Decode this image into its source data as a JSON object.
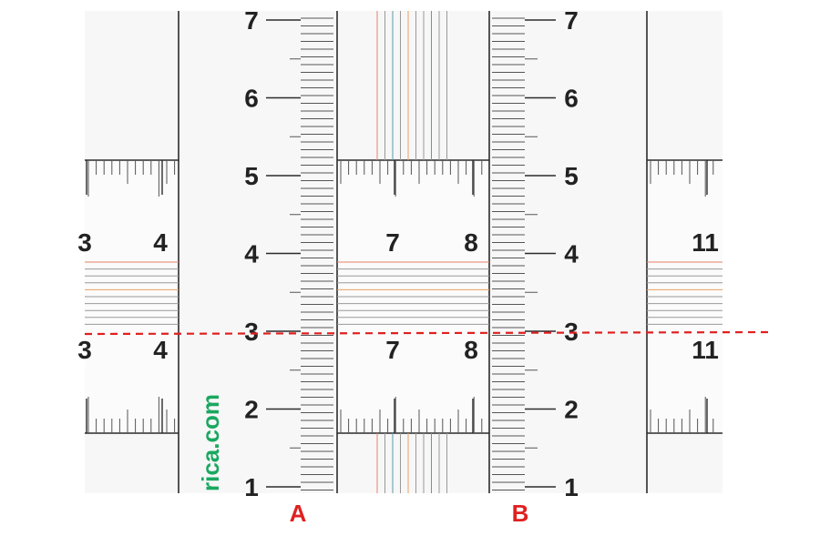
{
  "colors": {
    "panel": "#f7f7f7",
    "line": "#2b2b2b",
    "tick": "#555555",
    "guide": "#e02020",
    "label": "#e02020",
    "watermark": "#1aa860",
    "stripe_red": "#e8806a",
    "stripe_orange": "#e8a060",
    "stripe_teal": "#5a9ab0",
    "stripe_gray": "#999999"
  },
  "vertical_scale": {
    "numbers": [
      "1",
      "2",
      "3",
      "4",
      "5",
      "6",
      "7"
    ]
  },
  "horizontal_scales": {
    "left": {
      "numbers": [
        "3",
        "4"
      ]
    },
    "middle": {
      "numbers": [
        "7",
        "8"
      ]
    },
    "right": {
      "numbers": [
        "11"
      ]
    }
  },
  "markers": {
    "a": "A",
    "b": "B"
  },
  "watermark": {
    "text": "rica.com"
  },
  "guide_line": {
    "style": "dashed"
  }
}
